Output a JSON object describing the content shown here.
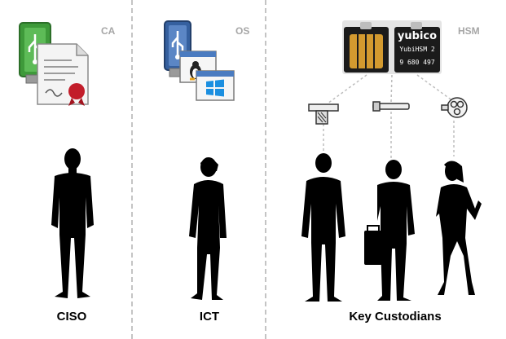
{
  "columns": [
    {
      "tag": "CA",
      "role": "CISO"
    },
    {
      "tag": "OS",
      "role": "ICT"
    },
    {
      "tag": "HSM",
      "role": "Key Custodians"
    }
  ],
  "hsm_device": {
    "brand": "yubico",
    "model": "YubiHSM 2",
    "serial": "9 680 497"
  },
  "colors": {
    "divider": "#c4c4c4",
    "tag": "#a6a6a6",
    "silhouette": "#000000",
    "usb_green": "#3e9a3a",
    "usb_blue": "#35609f",
    "hsm_gold": "#d39a2f"
  },
  "icons": [
    "usb-drive-icon",
    "certificate-icon",
    "linux-window-icon",
    "windows-window-icon",
    "yubihsm-device-icon",
    "key-share-icon",
    "person-silhouette-icon"
  ]
}
